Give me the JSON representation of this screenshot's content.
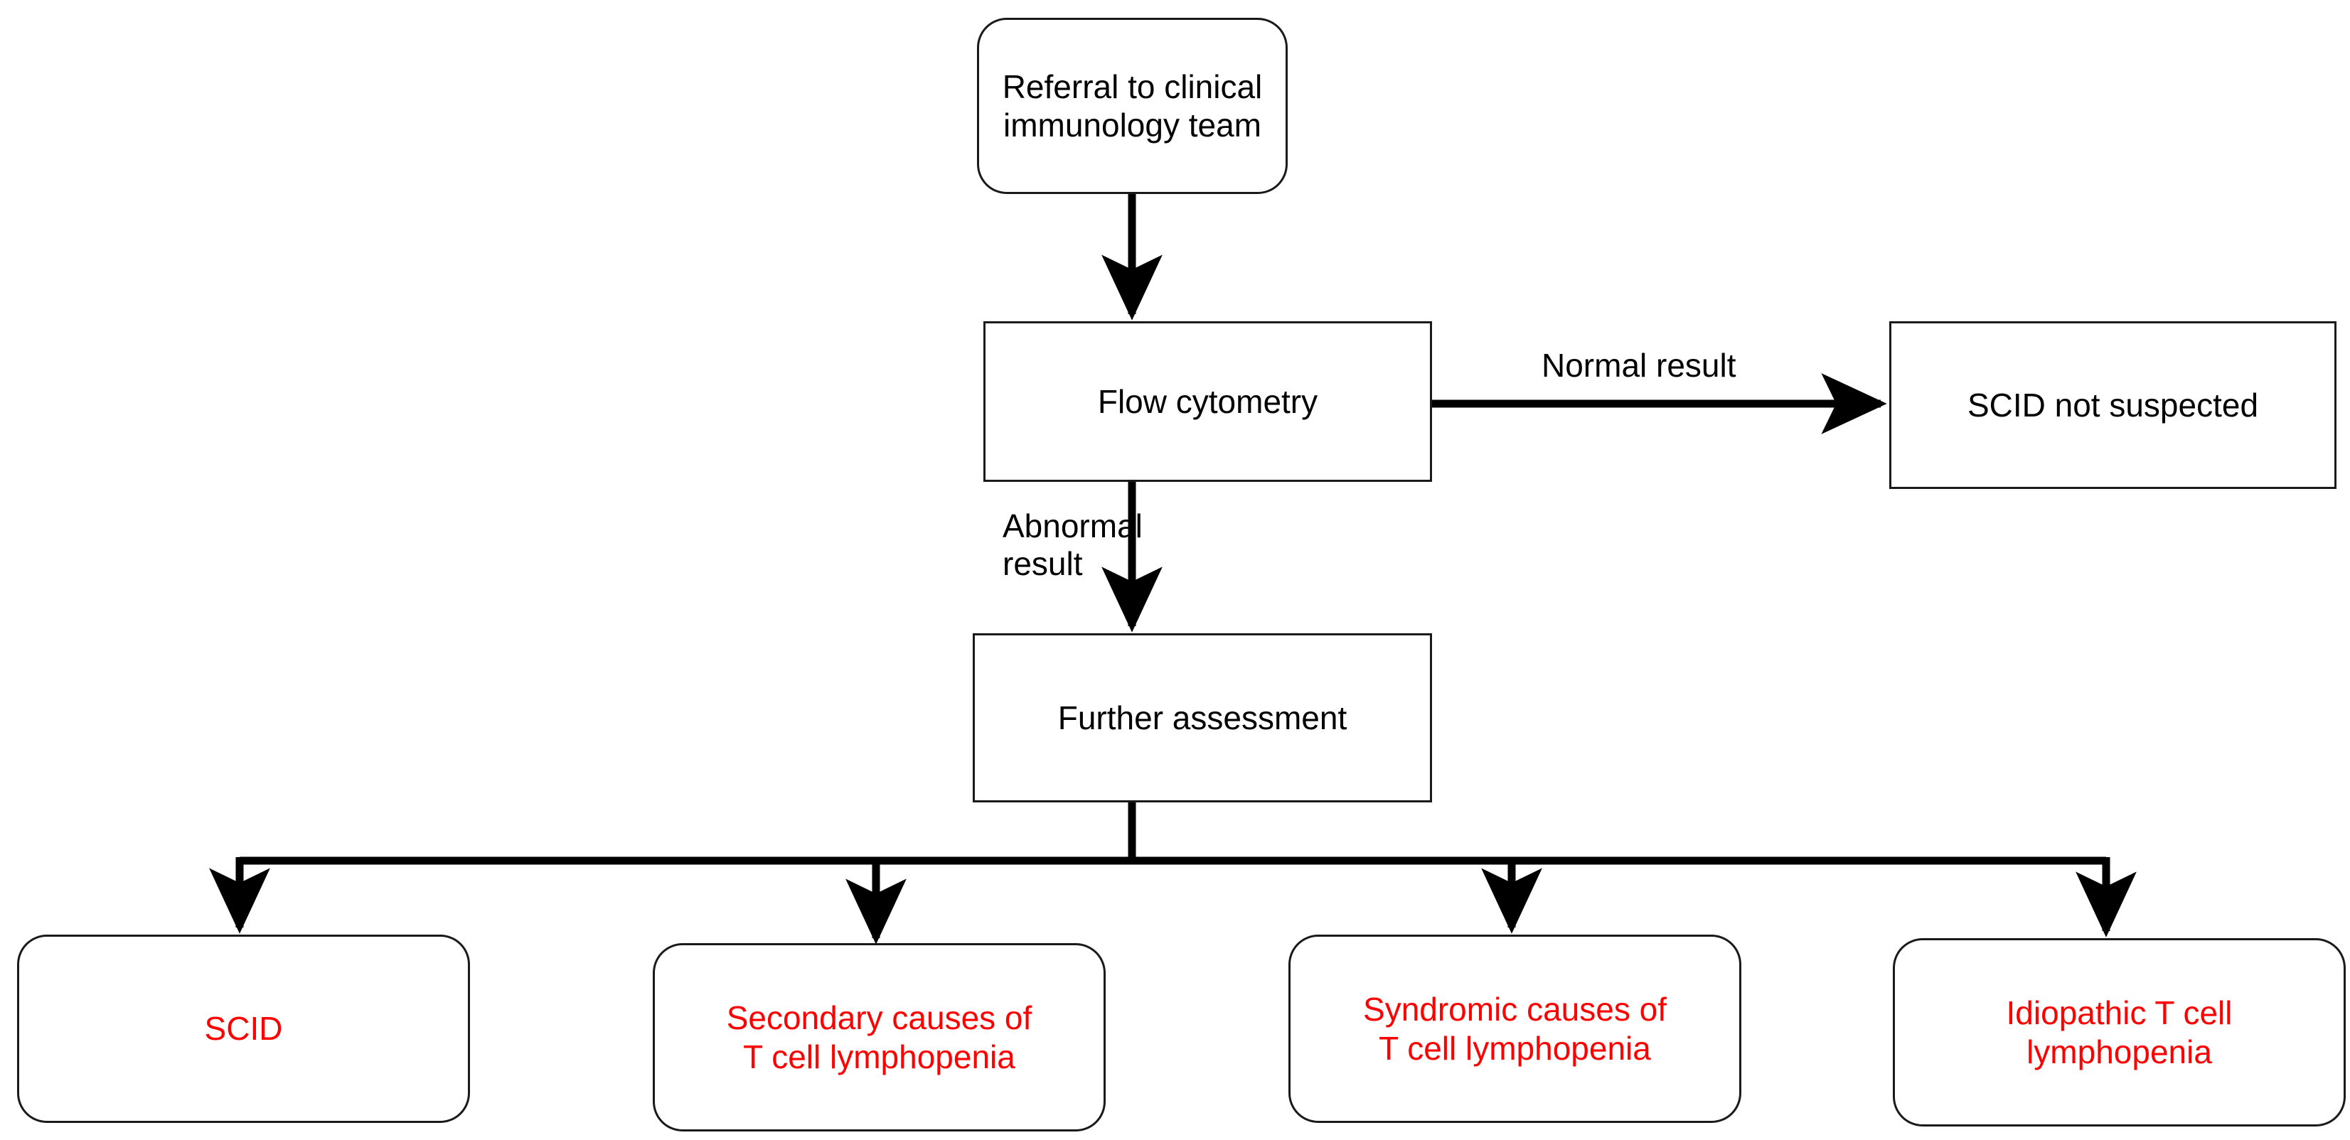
{
  "diagram": {
    "title": "SCID diagnostic referral pathway flowchart",
    "background_color": "#ffffff",
    "line_color": "#000000",
    "accent_color": "#ff0000",
    "nodes": [
      {
        "id": "referral",
        "label": "Referral to clinical\nimmunology team",
        "shape": "rounded-rectangle",
        "text_color": "#000000"
      },
      {
        "id": "flow-cytometry",
        "label": "Flow cytometry",
        "shape": "rectangle",
        "text_color": "#000000"
      },
      {
        "id": "scid-not-suspected",
        "label": "SCID not suspected",
        "shape": "rectangle",
        "text_color": "#000000"
      },
      {
        "id": "further-assessment",
        "label": "Further assessment",
        "shape": "rectangle",
        "text_color": "#000000"
      },
      {
        "id": "scid",
        "label": "SCID",
        "shape": "rounded-rectangle",
        "text_color": "#ff0000"
      },
      {
        "id": "secondary-causes",
        "label": "Secondary causes of\nT cell lymphopenia",
        "shape": "rounded-rectangle",
        "text_color": "#ff0000"
      },
      {
        "id": "syndromic-causes",
        "label": "Syndromic causes of\nT cell lymphopenia",
        "shape": "rounded-rectangle",
        "text_color": "#ff0000"
      },
      {
        "id": "idiopathic",
        "label": "Idiopathic T cell\nlymphopenia",
        "shape": "rounded-rectangle",
        "text_color": "#ff0000"
      }
    ],
    "edges": [
      {
        "id": "referral-to-flow",
        "from": "referral",
        "to": "flow-cytometry",
        "label": ""
      },
      {
        "id": "flow-to-not-suspected",
        "from": "flow-cytometry",
        "to": "scid-not-suspected",
        "label": "Normal result"
      },
      {
        "id": "flow-to-further",
        "from": "flow-cytometry",
        "to": "further-assessment",
        "label": "Abnormal\nresult"
      },
      {
        "id": "further-to-scid",
        "from": "further-assessment",
        "to": "scid",
        "label": ""
      },
      {
        "id": "further-to-secondary",
        "from": "further-assessment",
        "to": "secondary-causes",
        "label": ""
      },
      {
        "id": "further-to-syndromic",
        "from": "further-assessment",
        "to": "syndromic-causes",
        "label": ""
      },
      {
        "id": "further-to-idiopathic",
        "from": "further-assessment",
        "to": "idiopathic",
        "label": ""
      }
    ]
  }
}
